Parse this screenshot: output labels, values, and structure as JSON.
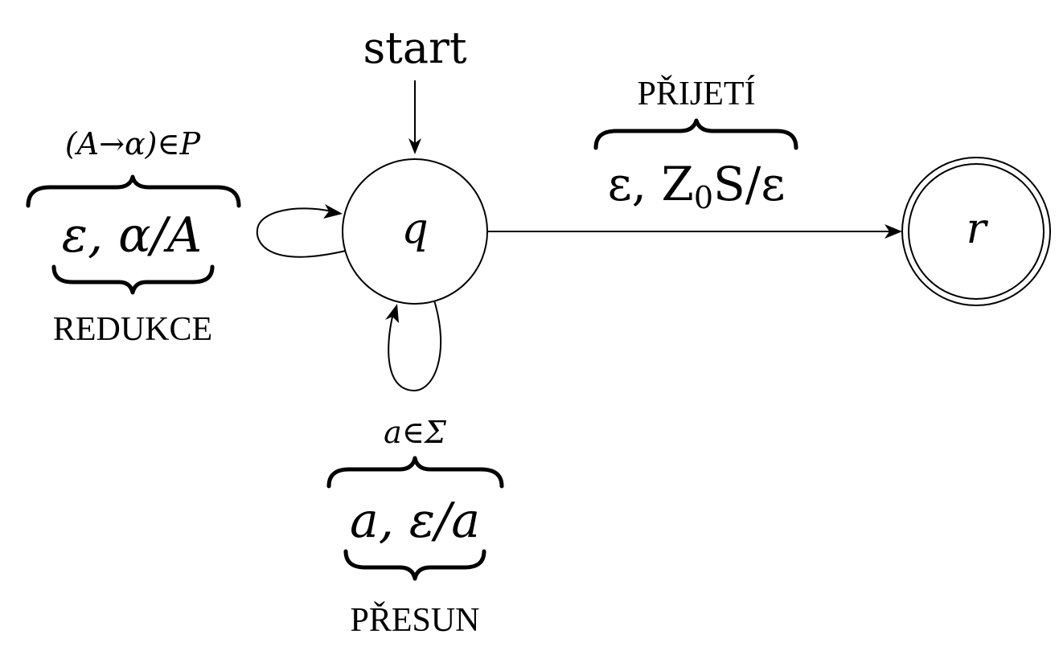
{
  "diagram": {
    "start_label": "start",
    "states": {
      "q": {
        "label": "q"
      },
      "r": {
        "label": "r",
        "accepting": true
      }
    },
    "transitions": {
      "reduction": {
        "condition": "(A→α)∈P",
        "label": "ε, α/A",
        "name": "REDUKCE"
      },
      "shift": {
        "condition": "a∈Σ",
        "label": "a, ε/a",
        "name": "PŘESUN"
      },
      "accept": {
        "name": "PŘIJETÍ",
        "label_pre": "ε, Z",
        "label_sub": "0",
        "label_post": "S/ε"
      }
    }
  }
}
